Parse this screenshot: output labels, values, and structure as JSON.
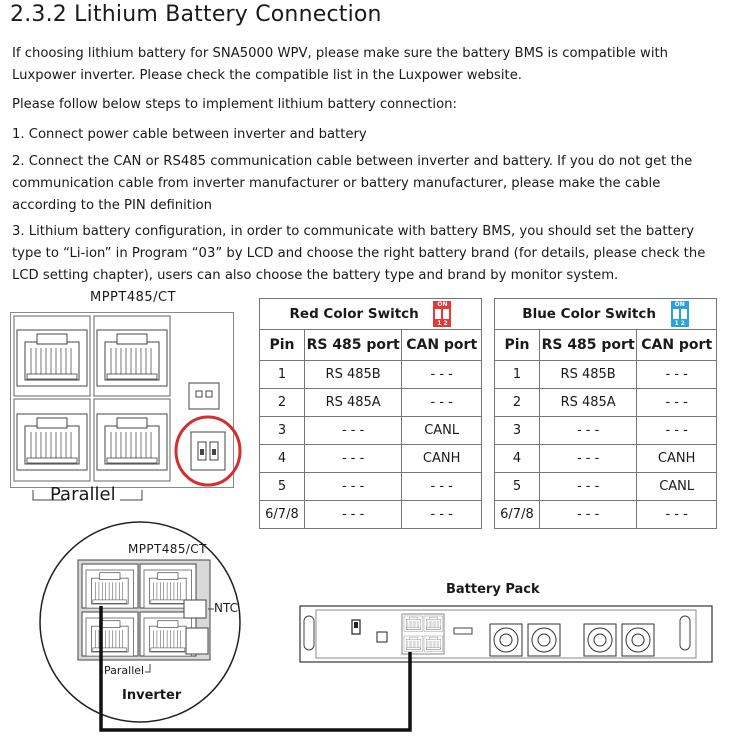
{
  "heading": "2.3.2  Lithium Battery Connection",
  "paragraphs": [
    "If choosing lithium battery for SNA5000 WPV, please make sure the battery BMS is compatible with Luxpower inverter. Please check the compatible list in the Luxpower website.",
    "Please follow below steps to implement lithium battery connection:",
    "1. Connect power cable between inverter and battery",
    "2. Connect the CAN or RS485 communication cable between inverter and battery. If you do not get the communication cable from inverter manufacturer or battery manufacturer, please make the cable according to the PIN definition",
    "3. Lithium battery configuration, in order to communicate with battery BMS, you should set the battery type to “Li-ion” in Program “03” by LCD and choose the right battery brand (for details, please check the LCD setting chapter), users can also choose the battery type and brand by monitor system."
  ],
  "diagram": {
    "port_label": "MPPT485/CT",
    "parallel_label": "Parallel",
    "inset_port_label": "MPPT485/CT",
    "inset_parallel_label": "Parallel",
    "ntc_label": "NTC",
    "inverter_label": "Inverter",
    "battery_label": "Battery Pack"
  },
  "tables": [
    {
      "title": "Red Color Switch",
      "switch_color": "#e53935",
      "dip_on": "ON",
      "dip_nums": "1 2",
      "columns": [
        "Pin",
        "RS 485 port",
        "CAN port"
      ],
      "rows": [
        [
          "1",
          "RS 485B",
          "- - -"
        ],
        [
          "2",
          "RS 485A",
          "- - -"
        ],
        [
          "3",
          "- - -",
          "CANL"
        ],
        [
          "4",
          "- - -",
          "CANH"
        ],
        [
          "5",
          "- - -",
          "- - -"
        ],
        [
          "6/7/8",
          "- - -",
          "- - -"
        ]
      ]
    },
    {
      "title": "Blue Color Switch",
      "switch_color": "#29a3db",
      "dip_on": "ON",
      "dip_nums": "1 2",
      "columns": [
        "Pin",
        "RS 485 port",
        "CAN port"
      ],
      "rows": [
        [
          "1",
          "RS 485B",
          "- - -"
        ],
        [
          "2",
          "RS 485A",
          "- - -"
        ],
        [
          "3",
          "- - -",
          "- - -"
        ],
        [
          "4",
          "- - -",
          "CANH"
        ],
        [
          "5",
          "- - -",
          "CANL"
        ],
        [
          "6/7/8",
          "- - -",
          "- - -"
        ]
      ]
    }
  ]
}
